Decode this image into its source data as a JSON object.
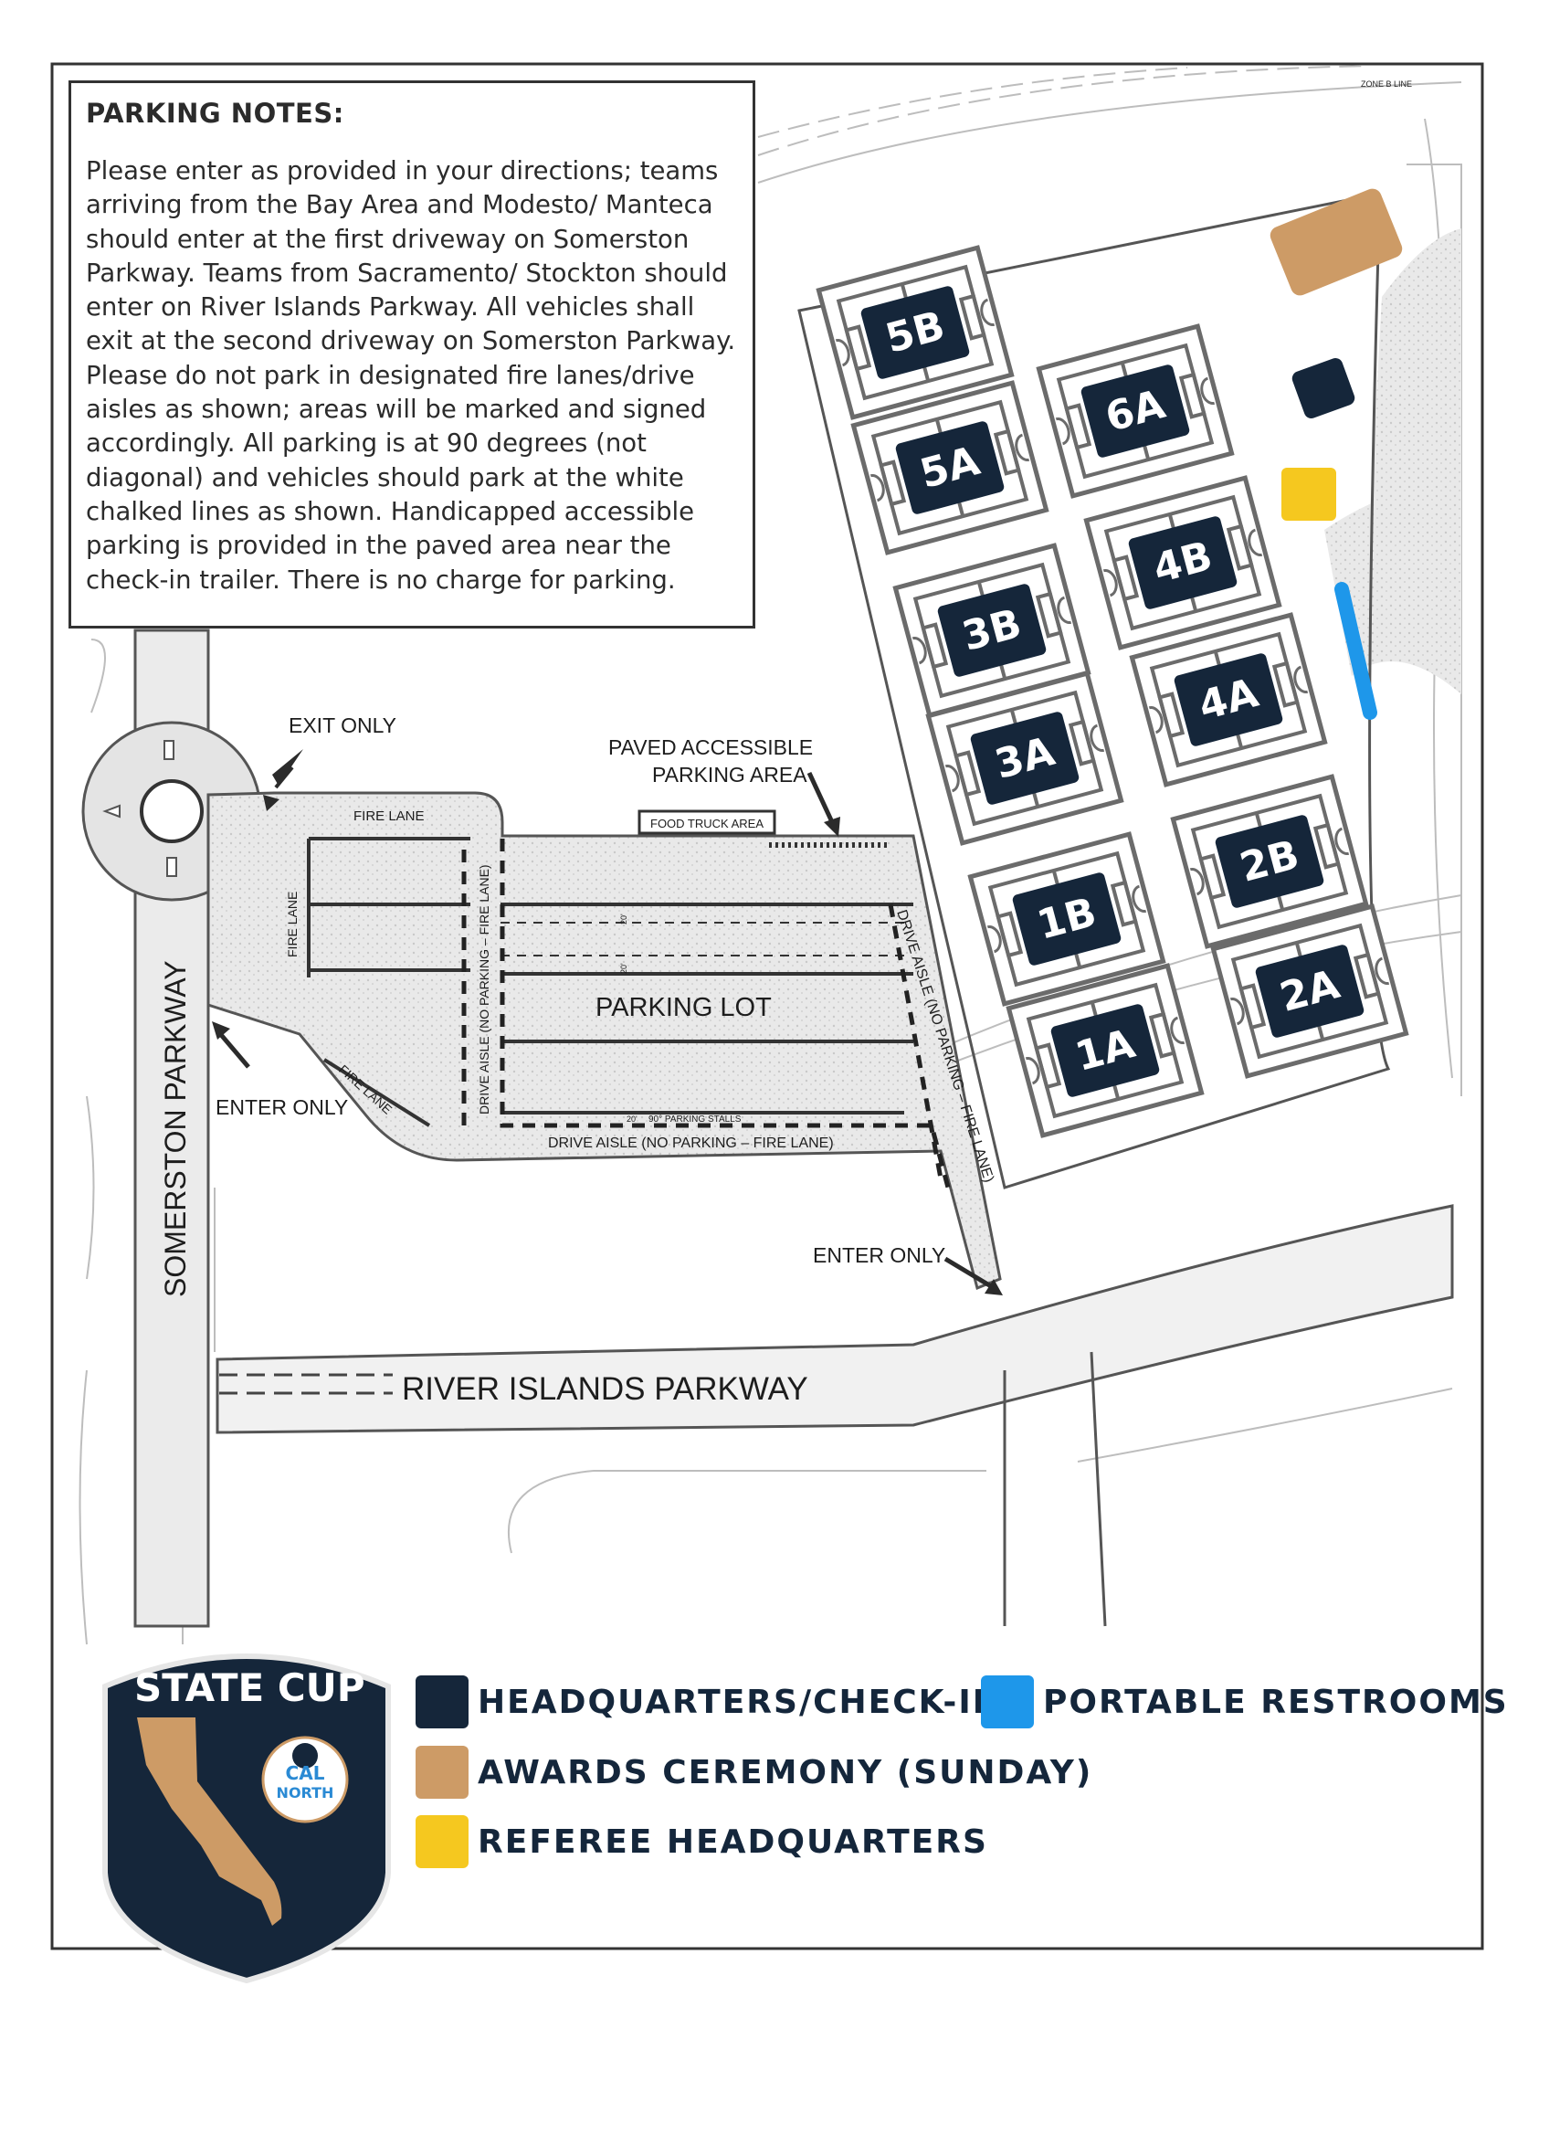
{
  "notes": {
    "title": "PARKING NOTES:",
    "body": "Please enter as provided in your directions; teams arriving from the Bay Area and Modesto/ Manteca should enter at the first driveway on Somerston Parkway. Teams from Sacramento/ Stockton should enter on River Islands Parkway. All vehicles shall exit at the second driveway on Somerston Parkway. Please do not park in designated fire lanes/drive aisles as shown; areas will be marked and signed accordingly. All parking is at 90 degrees (not diagonal) and vehicles should park at the white chalked lines as shown. Handicapped accessible parking is provided in the paved area near the check-in trailer. There is no charge for parking."
  },
  "map": {
    "zone_label": "ZONE B LINE",
    "exit_only": "EXIT ONLY",
    "enter_only_somerston": "ENTER ONLY",
    "enter_only_river": "ENTER ONLY",
    "paved_accessible_1": "PAVED ACCESSIBLE",
    "paved_accessible_2": "PARKING AREA",
    "food_truck": "FOOD TRUCK AREA",
    "fire_lane_top": "FIRE LANE",
    "fire_lane_left": "FIRE LANE",
    "fire_lane_diag": "FIRE LANE",
    "drive_aisle_left": "DRIVE AISLE (NO PARKING – FIRE LANE)",
    "drive_aisle_right": "DRIVE AISLE (NO PARKING – FIRE LANE)",
    "drive_aisle_bottom": "DRIVE AISLE (NO PARKING – FIRE LANE)",
    "parking_lot": "PARKING LOT",
    "parking_stalls": "90° PARKING STALLS",
    "dim_1": "20'",
    "dim_2": "20'",
    "dim_3": "20'",
    "somerston": "SOMERSTON PARKWAY",
    "river_islands": "RIVER ISLANDS PARKWAY"
  },
  "fields": [
    "5B",
    "5A",
    "6A",
    "3B",
    "4B",
    "3A",
    "4A",
    "1B",
    "2B",
    "1A",
    "2A"
  ],
  "legend": {
    "items": [
      {
        "label": "HEADQUARTERS/CHECK-IN",
        "color": "#15263a"
      },
      {
        "label": "PORTABLE RESTROOMS",
        "color": "#1e97ea"
      },
      {
        "label": "AWARDS CEREMONY (SUNDAY)",
        "color": "#cd9b66"
      },
      {
        "label": "REFEREE HEADQUARTERS",
        "color": "#f5c81f"
      }
    ]
  },
  "logo": {
    "title": "STATE CUP",
    "badge_line1": "CAL",
    "badge_line2": "NORTH"
  },
  "colors": {
    "navy": "#15263a",
    "tan": "#cd9b66",
    "yellow": "#f5c81f",
    "blue": "#1e97ea",
    "field_outline": "#6b6b6b"
  }
}
